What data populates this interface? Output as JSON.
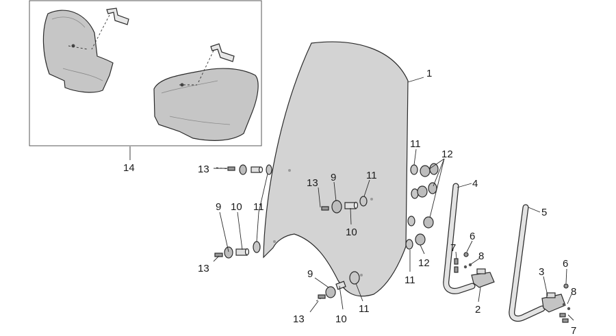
{
  "diagram": {
    "callouts": {
      "c1": "1",
      "c2": "2",
      "c3": "3",
      "c4": "4",
      "c5": "5",
      "c6": "6",
      "c7": "7",
      "c8": "8",
      "c9": "9",
      "c10": "10",
      "c11": "11",
      "c12": "12",
      "c13": "13",
      "c14": "14"
    },
    "colors": {
      "windscreen": "#d3d3d3",
      "handguard": "#c6c6c6",
      "rod": "#e3e3e3",
      "washer": "#bdbdbd",
      "outline": "#2a2a2a"
    }
  }
}
